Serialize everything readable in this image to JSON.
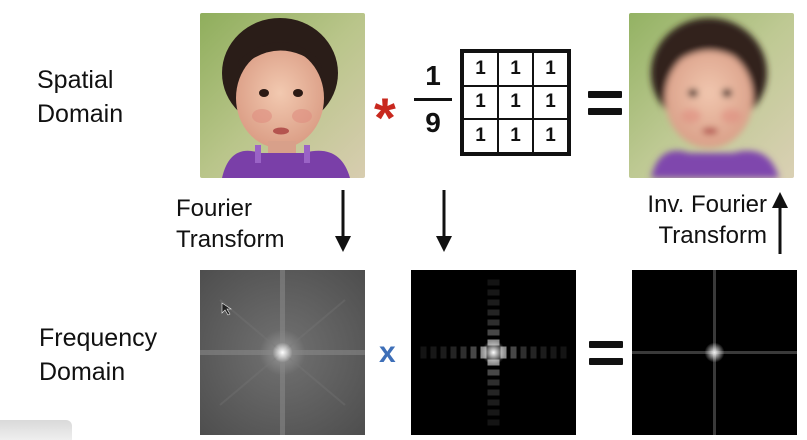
{
  "labels": {
    "spatial_line1": "Spatial",
    "spatial_line2": "Domain",
    "frequency_line1": "Frequency",
    "frequency_line2": "Domain",
    "fourier_line1": "Fourier",
    "fourier_line2": "Transform",
    "inv_fourier_line1": "Inv. Fourier",
    "inv_fourier_line2": "Transform"
  },
  "kernel": {
    "numerator": "1",
    "denominator": "9",
    "cells": [
      "1",
      "1",
      "1",
      "1",
      "1",
      "1",
      "1",
      "1",
      "1"
    ]
  },
  "operators": {
    "convolution": "*",
    "multiply": "x"
  },
  "colors": {
    "convolution_star": "#c8281e",
    "multiply_x": "#3e6fb8"
  }
}
